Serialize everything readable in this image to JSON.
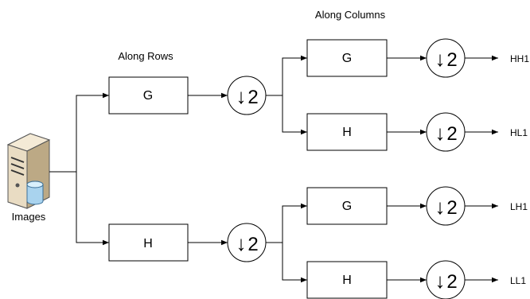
{
  "labels": {
    "along_rows": "Along Rows",
    "along_columns": "Along Columns",
    "images": "Images"
  },
  "filters": {
    "row_g": "G",
    "row_h": "H",
    "col_g1": "G",
    "col_h1": "H",
    "col_g2": "G",
    "col_h2": "H"
  },
  "downsample": {
    "factor": "2",
    "arrow_glyph": "↓"
  },
  "outputs": {
    "hh1": "HH1",
    "hl1": "HL1",
    "lh1": "LH1",
    "ll1": "LL1"
  },
  "colors": {
    "line": "#000000",
    "server_body": "#e9dcc3",
    "cylinder": "#a9d3ee"
  },
  "icons": {
    "images": "server-database-icon"
  }
}
